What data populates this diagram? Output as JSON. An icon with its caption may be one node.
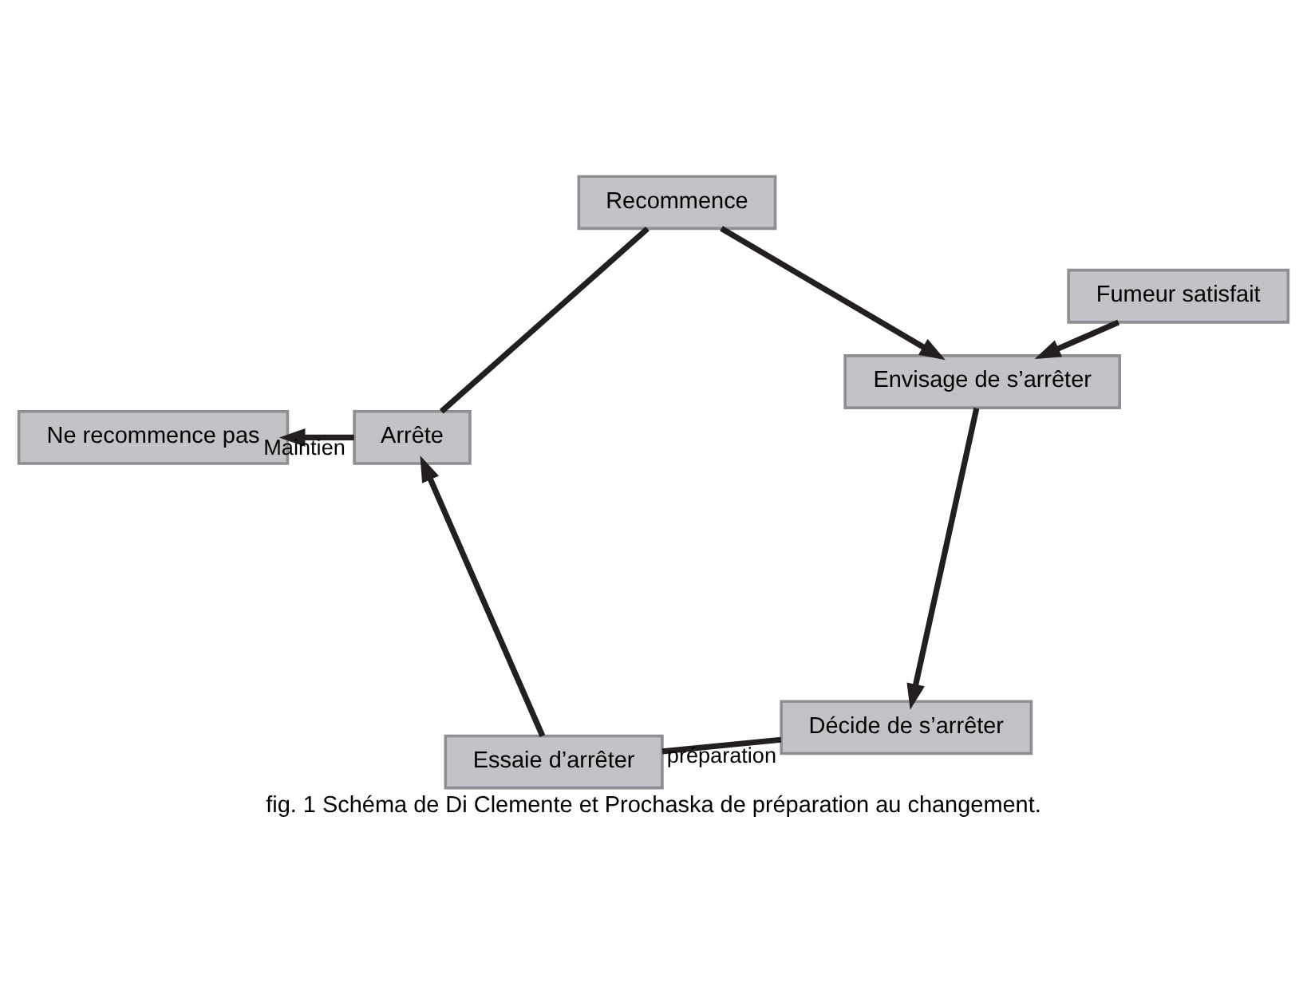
{
  "diagram": {
    "caption": "fig. 1 Schéma de Di Clemente et Prochaska de préparation au changement.",
    "nodes": [
      {
        "text": [
          "Ne recommence pas"
        ]
      },
      {
        "text": [
          "Fumeur satisfait"
        ]
      },
      {
        "text": [
          "Recommence"
        ]
      },
      {
        "text": [
          "Arrête"
        ]
      },
      {
        "text": [
          "Envisage de s’arrêter"
        ]
      },
      {
        "text": [
          "Essaie d’arrêter"
        ]
      },
      {
        "text": [
          "Décide de s’arrêter"
        ]
      }
    ],
    "edges": [
      {
        "from": 1,
        "to": 4,
        "arrow": "to"
      },
      {
        "from": 4,
        "to": 6,
        "arrow": "to"
      },
      {
        "from": 6,
        "to": 5,
        "arrow": "none",
        "label": "préparation"
      },
      {
        "from": 5,
        "to": 3,
        "arrow": "to"
      },
      {
        "from": 3,
        "to": 2,
        "arrow": "none"
      },
      {
        "from": 2,
        "to": 4,
        "arrow": "to"
      },
      {
        "from": 3,
        "to": 0,
        "arrow": "to",
        "label": "Maintien"
      }
    ]
  }
}
